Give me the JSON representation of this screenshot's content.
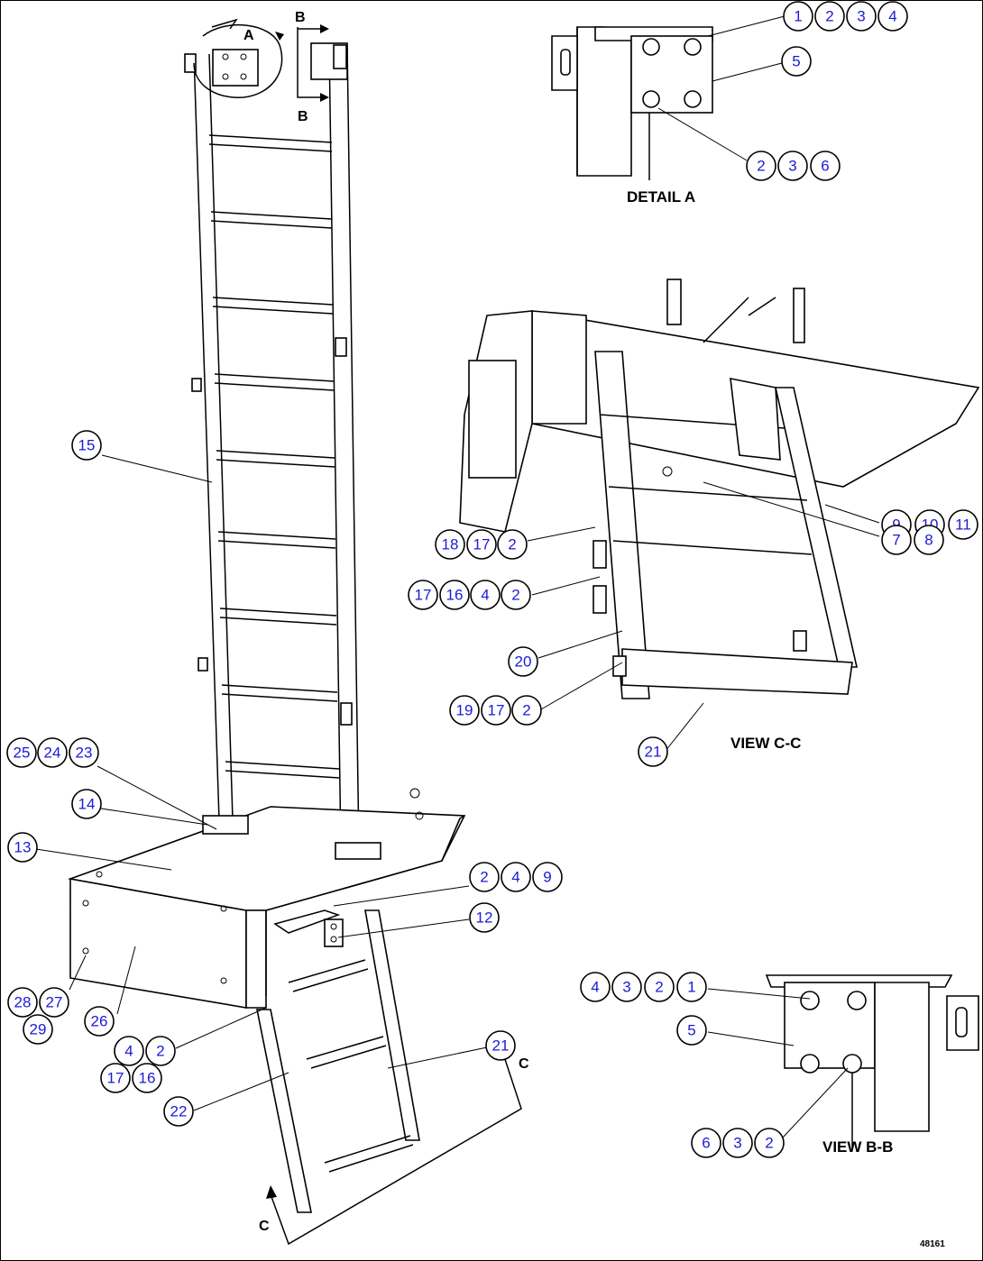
{
  "labels": {
    "detail_a": "DETAIL A",
    "view_c": "VIEW C-C",
    "view_b": "VIEW B-B",
    "sec_a": "A",
    "sec_b_top": "B",
    "sec_b_bot": "B",
    "sec_c_right": "C",
    "sec_c_left": "C",
    "drawing_no": "48161"
  },
  "callouts": {
    "c1": "1",
    "c2": "2",
    "c3": "3",
    "c4": "4",
    "c5": "5",
    "c6": "2",
    "c7": "3",
    "c8": "6",
    "c9": "15",
    "c10": "9",
    "c11": "10",
    "c12": "11",
    "c13": "7",
    "c14": "8",
    "c15": "18",
    "c16": "17",
    "c17": "2",
    "c18": "17",
    "c19": "16",
    "c20": "4",
    "c21": "2",
    "c22": "20",
    "c23": "19",
    "c24": "17",
    "c25": "2",
    "c26": "21",
    "c27": "25",
    "c28": "24",
    "c29": "23",
    "c30": "14",
    "c31": "13",
    "c32": "2",
    "c33": "4",
    "c34": "9",
    "c35": "12",
    "c36": "28",
    "c37": "27",
    "c38": "29",
    "c39": "26",
    "c40": "4",
    "c41": "2",
    "c42": "17",
    "c43": "16",
    "c44": "22",
    "c45": "21",
    "c46": "4",
    "c47": "3",
    "c48": "2",
    "c49": "1",
    "c50": "5",
    "c51": "6",
    "c52": "3",
    "c53": "2"
  }
}
